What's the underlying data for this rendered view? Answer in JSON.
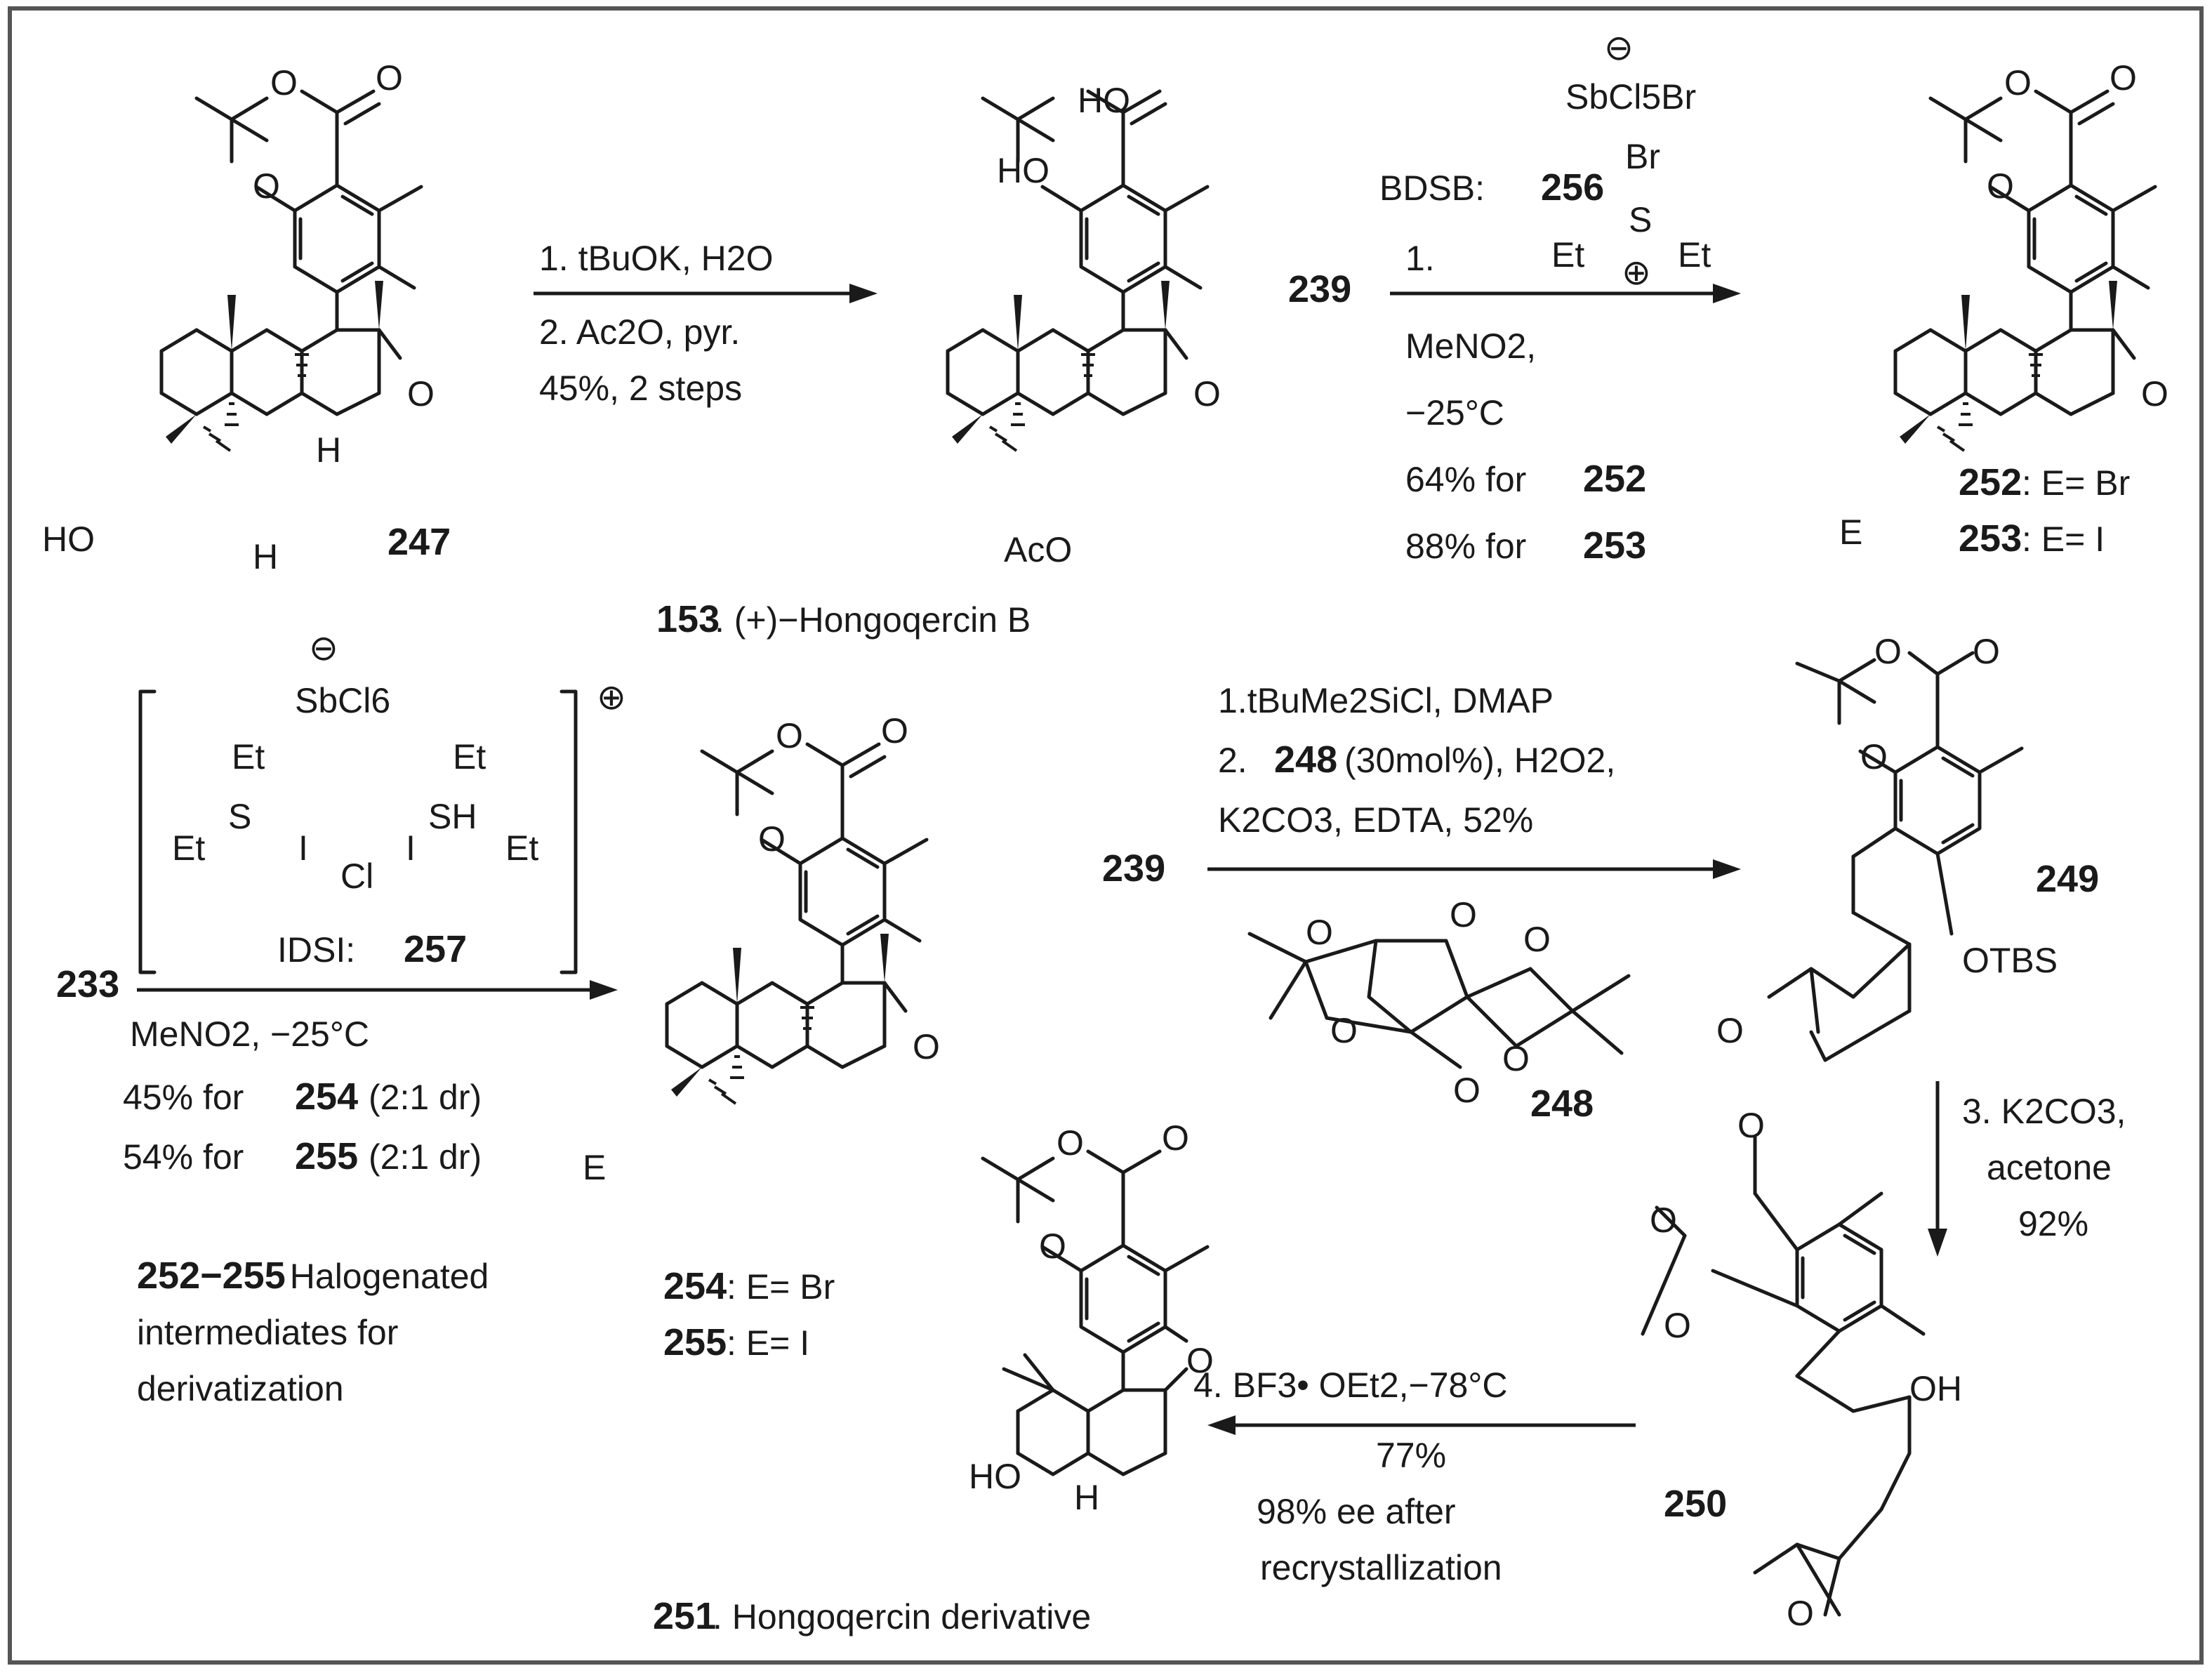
{
  "reaction1": {
    "reactant": "247",
    "steps": [
      "1. tBuOK, H2O",
      "2. Ac2O, pyr.",
      "45%, 2 steps"
    ],
    "product": "153",
    "product_caption": ". (+)−Hongoqercin B"
  },
  "reaction2": {
    "reactant": "239",
    "reagent_prefix": "BDSB: ",
    "reagent_id": "256",
    "counterion": "SbCl5Br",
    "cond_step": "1.",
    "solvent": "MeNO2,",
    "temperature": "−25°C",
    "yields": [
      {
        "prefix": "64% for ",
        "cpd": "252"
      },
      {
        "prefix": "88% for ",
        "cpd": "253"
      }
    ],
    "products": [
      {
        "id": "252",
        "text": ": E= Br"
      },
      {
        "id": "253",
        "text": ": E= I"
      }
    ]
  },
  "reaction3": {
    "reactant": "233",
    "counterion": "SbCl6",
    "reagent_prefix": "IDSI: ",
    "reagent_id": "257",
    "conditions": "MeNO2, −25°C",
    "yields": [
      {
        "prefix": "45% for ",
        "cpd": "254",
        "suffix": " (2:1 dr)"
      },
      {
        "prefix": "54% for ",
        "cpd": "255",
        "suffix": " (2:1 dr)"
      }
    ],
    "products": [
      {
        "id": "254",
        "text": ": E= Br"
      },
      {
        "id": "255",
        "text": ": E= I"
      }
    ],
    "note_range": "252−255",
    "note_lines": [
      ". Halogenated",
      "intermediates for",
      "derivatization"
    ]
  },
  "reaction4": {
    "reactant": "239",
    "step1": "1.tBuMe2SiCl, DMAP",
    "step2_prefix": "2. ",
    "catalyst": "248",
    "step2_suffix": " (30mol%), H2O2,",
    "step2_line2": "K2CO3, EDTA, 52%",
    "product": "249"
  },
  "reaction5": {
    "conditions": [
      "3. K2CO3,",
      "acetone",
      "92%"
    ],
    "product": "250"
  },
  "reaction6": {
    "conditions": [
      "4. BF3• OEt2,−78°C",
      "77%",
      "98% ee after",
      "recrystallization"
    ],
    "product": "251",
    "product_caption": ". Hongoqercin derivative"
  },
  "atoms": {
    "O": "O",
    "H": "H",
    "HO": "HO",
    "OH": "OH",
    "AcO": "AcO",
    "E": "E",
    "Br": "Br",
    "S": "S",
    "Et": "Et",
    "I": "I",
    "Cl": "Cl",
    "SH": "SH",
    "OTBS": "OTBS",
    "minus": "⊖",
    "plus": "⊕"
  }
}
